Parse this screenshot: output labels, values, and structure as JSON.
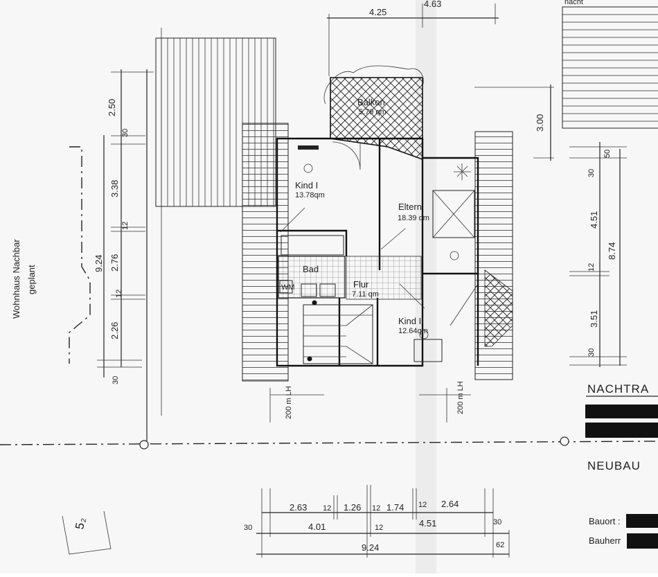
{
  "rooms": {
    "balkon": {
      "name": "Balkon",
      "area": "5.79 qm"
    },
    "kind1": {
      "name": "Kind I",
      "area": "13.78qm"
    },
    "eltern": {
      "name": "Eltern",
      "area": "18.39 qm"
    },
    "bad": {
      "name": "Bad",
      "area": ""
    },
    "wm": {
      "name": "WM",
      "area": ""
    },
    "flur": {
      "name": "Flur",
      "area": "7.11 qm"
    },
    "kind2": {
      "name": "Kind II",
      "area": "12.64qm"
    }
  },
  "neighbor_label": {
    "line1": "Wohnhaus Nachbar",
    "line2": "geplant"
  },
  "clearances": {
    "left": "200 m LH",
    "right": "200 m LH"
  },
  "dims_top": {
    "a": "4.25",
    "b": "4.63",
    "c": "3.00"
  },
  "dims_left": {
    "d250": "2.50",
    "d30": "30",
    "d338": "3.38",
    "d12a": "12",
    "d924": "9.24",
    "d276": "2.76",
    "d12b": "12",
    "d226": "2.26",
    "d30b": "30"
  },
  "dims_right": {
    "d50": "50",
    "d30": "30",
    "d451": "4.51",
    "d874": "8.74",
    "d12": "12",
    "d351": "3.51",
    "d30b": "30"
  },
  "dims_bottom": {
    "r1": [
      "2.63",
      "12",
      "1.26",
      "12",
      "1.74",
      "12",
      "2.64"
    ],
    "r2": [
      "30",
      "4.01",
      "12",
      "4.51",
      "30"
    ],
    "r3": [
      "9.24",
      "62"
    ]
  },
  "title_block": {
    "t1": "NACHTRA",
    "t2": "NEUBAU",
    "bauort": "Bauort :",
    "bauherr": "Bauherr",
    "corner": "nacht"
  },
  "margin_marks": {
    "pencil": "5₂"
  },
  "colors": {
    "ink": "#222222",
    "paper": "#f7f7f7",
    "redaction": "#111111"
  }
}
